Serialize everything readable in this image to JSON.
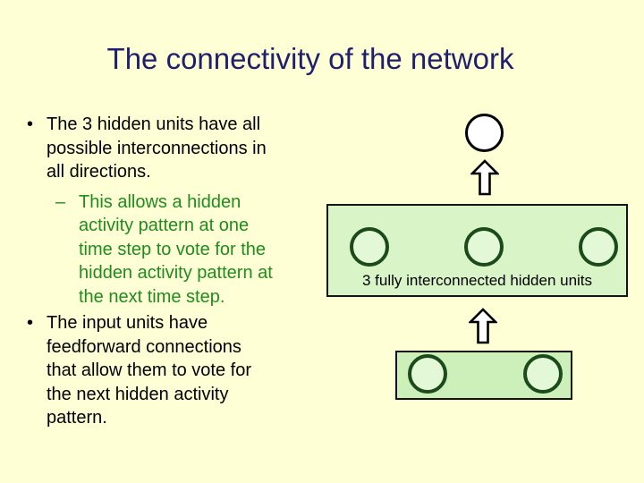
{
  "slide": {
    "title": "The connectivity of the network"
  },
  "body": {
    "bullet1": {
      "marker": "•",
      "lines": [
        "The 3 hidden units have all",
        "possible interconnections in",
        "all directions."
      ]
    },
    "sub_bullet": {
      "marker": "–",
      "lines": [
        "This allows a hidden",
        "activity pattern at one",
        "time step to vote for the",
        "hidden activity pattern at",
        "the next time step."
      ]
    },
    "bullet2": {
      "marker": "•",
      "lines": [
        "The input units have",
        "feedforward connections",
        "that allow them to vote for",
        "the next hidden activity",
        "pattern."
      ]
    }
  },
  "diagram": {
    "hidden_box_label": "3 fully interconnected hidden units",
    "output_unit_count": 1,
    "hidden_unit_count": 3,
    "input_unit_count": 2
  },
  "colors": {
    "background": "#FFFFD5",
    "title_text": "#1F1F6E",
    "body_text": "#000000",
    "sub_bullet_text": "#1E8C1E",
    "hidden_box_fill": "#D9F5C8",
    "input_box_fill": "#CDEFBA",
    "unit_circle_fill": "#E2F8D6",
    "unit_circle_stroke": "#1B4A1B",
    "output_circle_fill": "#FFFFFF",
    "outline": "#000000"
  }
}
